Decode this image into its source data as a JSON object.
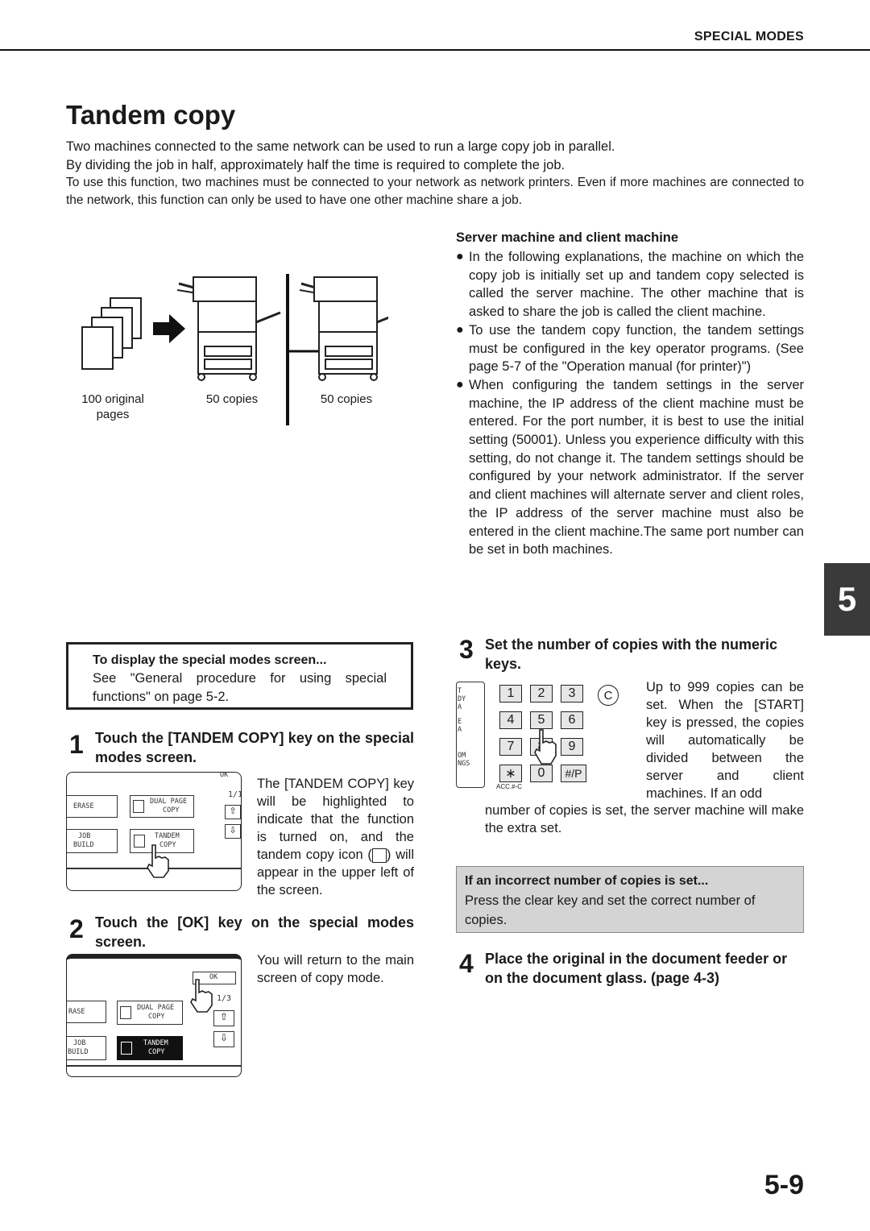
{
  "header": {
    "section": "SPECIAL MODES"
  },
  "title": "Tandem copy",
  "intro": [
    "Two machines connected to the same network can be used to run a large copy job in parallel.",
    "By dividing the job in half, approximately half the time is required to complete the job.",
    "To use this function, two machines must be connected to your network as network printers. Even if more machines are connected to the network, this function can only be used to have one other machine share a job."
  ],
  "diagram": {
    "caption_originals_line1": "100 original",
    "caption_originals_line2": "pages",
    "caption_machine1": "50 copies",
    "caption_machine2": "50 copies"
  },
  "server_client": {
    "heading": "Server machine and client machine",
    "bullets": [
      "In the following explanations, the machine on which the copy job is initially set up and tandem copy selected is called the server machine. The other machine that is asked to share the job is called the client machine.",
      "To use the tandem copy function, the tandem settings must be configured in the key operator programs. (See page 5-7 of the \"Operation manual (for printer)\")",
      "When configuring the tandem settings in the server machine, the IP address of the client machine must be entered. For the port number, it is best to use the initial setting (50001). Unless you experience difficulty with this setting, do not change it. The tandem settings should be configured by your network administrator. If the server and client machines will alternate server and client roles, the IP address of the server machine must also be entered in the client machine.The same port number can be set in both machines."
    ]
  },
  "chapter_tab": "5",
  "note_box": {
    "heading": "To display the special modes screen...",
    "text": "See \"General procedure for using special functions\" on page 5-2."
  },
  "steps": [
    {
      "number": "1",
      "title": "Touch the [TANDEM COPY] key on the special modes screen.",
      "body_a": "The [TANDEM COPY] key will be highlighted to indicate that the function is turned on, and the tandem copy icon (",
      "body_b": ") will appear in the upper left of the screen."
    },
    {
      "number": "2",
      "title": "Touch the [OK] key on the special modes screen.",
      "body": "You will return to the main screen of copy mode."
    },
    {
      "number": "3",
      "title": "Set the number of copies with the numeric keys.",
      "body_side": "Up to 999 copies can be set. When the [START] key is pressed, the copies will automatically be divided between the server and client machines. If an odd",
      "body_below": "number of copies is set, the server machine will make the extra set."
    },
    {
      "number": "4",
      "title": "Place the original in the document feeder or on the document glass. (page 4-3)"
    }
  ],
  "screen1": {
    "ok": "OK",
    "page": "1/1",
    "erase": "ERASE",
    "dual_page_1": "DUAL PAGE",
    "dual_page_2": "COPY",
    "job_build_1": "JOB",
    "job_build_2": "BUILD",
    "tandem_1": "TANDEM",
    "tandem_2": "COPY"
  },
  "screen2": {
    "ok": "OK",
    "page": "1/3",
    "erase": "RASE",
    "dual_page_1": "DUAL PAGE",
    "dual_page_2": "COPY",
    "job_build_1": "JOB",
    "job_build_2": "BUILD",
    "tandem_1": "TANDEM",
    "tandem_2": "COPY"
  },
  "keypad": {
    "keys": [
      "1",
      "2",
      "3",
      "4",
      "5",
      "6",
      "7",
      "8",
      "9",
      "∗",
      "0",
      "#/P"
    ],
    "clear": "C",
    "acc": "ACC.#-C",
    "edge_labels": [
      "T",
      "DY",
      "A",
      "E",
      "A",
      "OM",
      "NGS"
    ]
  },
  "gray_note": {
    "heading": "If an incorrect number of copies is set...",
    "text": "Press the clear key and set the correct number of copies."
  },
  "page_number": "5-9"
}
